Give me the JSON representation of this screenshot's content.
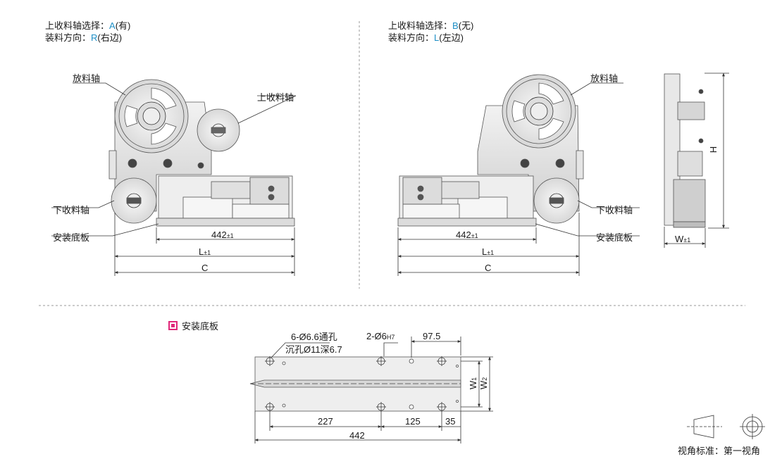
{
  "left_spec": {
    "upper_axis_label": "上收料轴选择：",
    "upper_axis_value": "A",
    "upper_axis_note": "(有)",
    "direction_label": "装料方向：",
    "direction_value": "R",
    "direction_note": "(右边)"
  },
  "right_spec": {
    "upper_axis_label": "上收料轴选择：",
    "upper_axis_value": "B",
    "upper_axis_note": "(无)",
    "direction_label": "装料方向：",
    "direction_value": "L",
    "direction_note": "(左边)"
  },
  "callouts": {
    "unwind_shaft": "放料轴",
    "upper_rewind_shaft": "上收料轴",
    "lower_rewind_shaft": "下收料轴",
    "mounting_plate": "安装底板"
  },
  "dimensions": {
    "d442": "442",
    "tol": "±1",
    "L": "L",
    "C": "C",
    "H": "H",
    "W": "W",
    "W1": "W",
    "W1_sub": "1",
    "W2": "W",
    "W2_sub": "2"
  },
  "plate": {
    "title": "安装底板",
    "hole_spec_1": "6-Ø6.6通孔",
    "hole_spec_2": "沉孔Ø11深6.7",
    "pin_spec": "2-Ø6",
    "pin_tol": "H7",
    "d97_5": "97.5",
    "d227": "227",
    "d125": "125",
    "d35": "35",
    "d442": "442"
  },
  "projection": {
    "label": "视角标准：第一视角"
  },
  "colors": {
    "accent": "#1e8fc6",
    "legend": "#e0287a",
    "line": "#333333"
  }
}
